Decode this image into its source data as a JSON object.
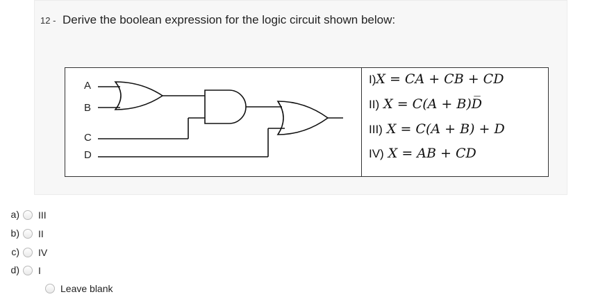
{
  "question": {
    "number": "12 -",
    "text": "Derive the boolean expression for the logic circuit shown below:"
  },
  "figure": {
    "inputs": [
      "A",
      "B",
      "C",
      "D"
    ],
    "options": [
      {
        "numeral": "I)",
        "expr": "X = CA + CB + CD"
      },
      {
        "numeral": "II)",
        "expr": "X = C(A + B)D̅"
      },
      {
        "numeral": "III)",
        "expr": "X = C(A + B) + D"
      },
      {
        "numeral": "IV)",
        "expr": "X = AB + CD"
      }
    ]
  },
  "answers": [
    {
      "letter": "a)",
      "label": "III"
    },
    {
      "letter": "b)",
      "label": "II"
    },
    {
      "letter": "c)",
      "label": "IV"
    },
    {
      "letter": "d)",
      "label": "I"
    },
    {
      "letter": "",
      "label": "Leave blank"
    }
  ],
  "colors": {
    "panel_bg": "#f7f7f7",
    "figure_border": "#333333",
    "radio_border": "#b9b9b9"
  }
}
